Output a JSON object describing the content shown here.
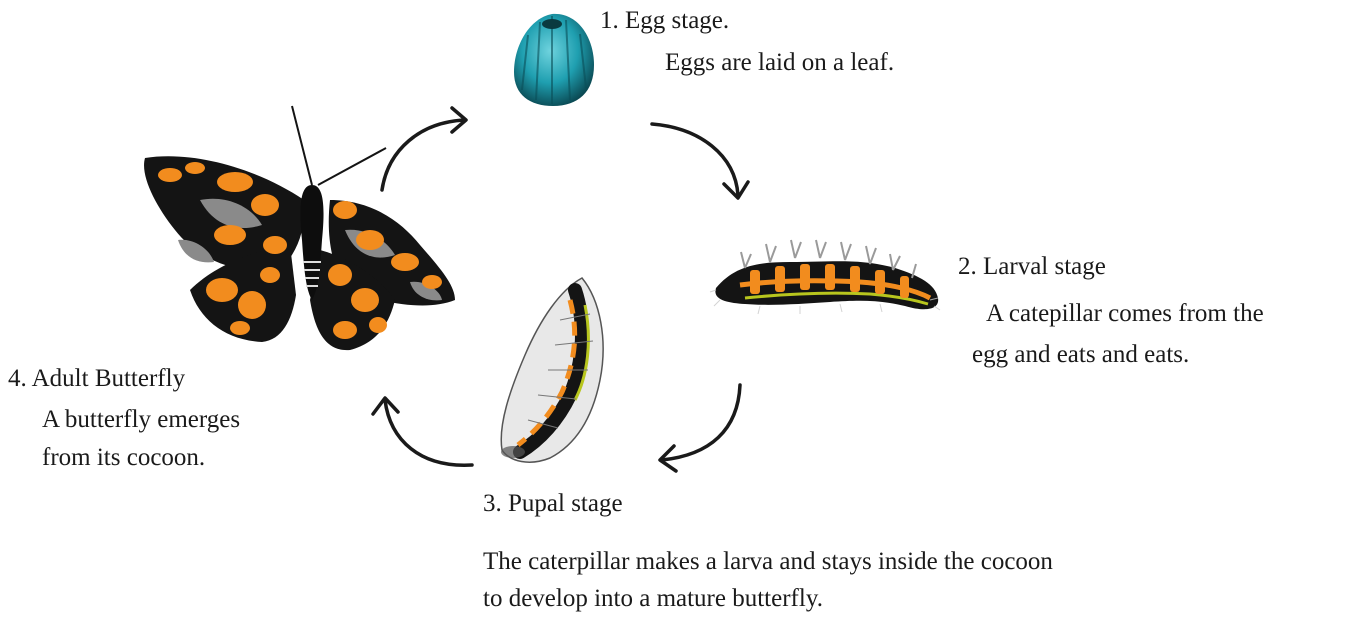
{
  "stages": [
    {
      "title": "1. Egg stage.",
      "description": "Eggs are laid on a leaf."
    },
    {
      "title": "2. Larval stage",
      "description_lines": [
        "A catepillar comes from the",
        "egg and eats and eats."
      ]
    },
    {
      "title": "3. Pupal stage",
      "description_lines": [
        "The caterpillar makes a larva and stays inside the cocoon",
        "to develop into a mature butterfly."
      ]
    },
    {
      "title": "4. Adult Butterfly",
      "description_lines": [
        "A butterfly emerges",
        "from its cocoon."
      ]
    }
  ],
  "colors": {
    "egg": "#1f9fb0",
    "orange": "#f28c1e",
    "black": "#141414",
    "grey": "#8a8a8a",
    "green": "#b8c61e"
  }
}
